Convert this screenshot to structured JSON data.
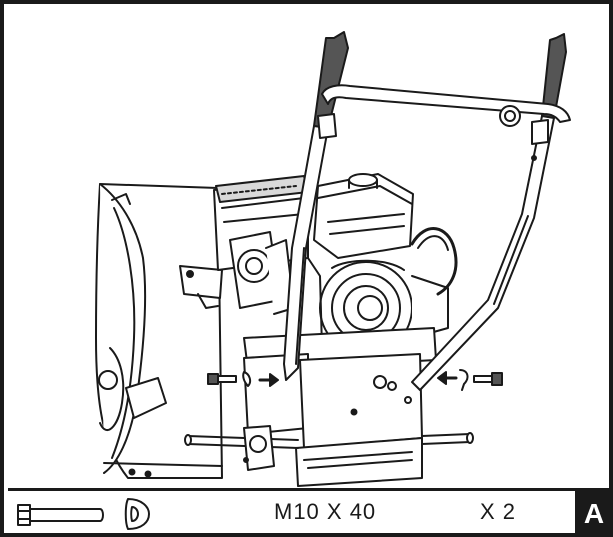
{
  "hardware": {
    "bolt_icon": "hex-bolt-icon",
    "washer_icon": "d-washer-icon",
    "size_label": "M10 X 40",
    "quantity_label": "X 2"
  },
  "step": {
    "letter": "A"
  },
  "colors": {
    "line": "#1a1a1a",
    "fill": "#ffffff",
    "shade": "#d9d9d9",
    "dark": "#555555"
  }
}
